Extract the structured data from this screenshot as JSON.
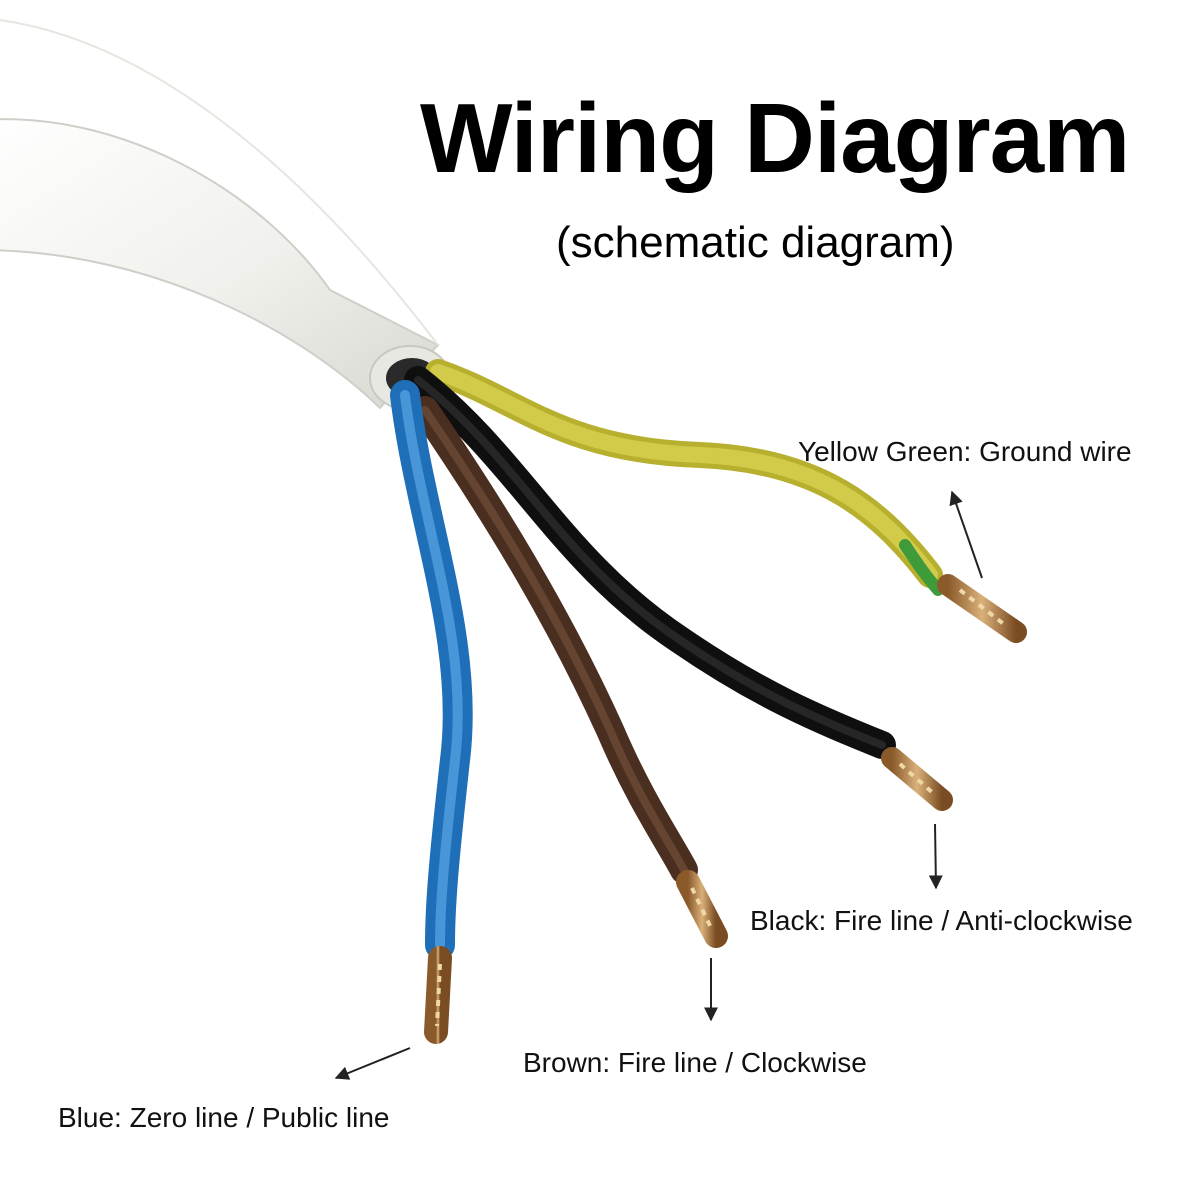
{
  "header": {
    "title": "Wiring Diagram",
    "subtitle": "(schematic diagram)"
  },
  "wires": [
    {
      "id": "yellow-green",
      "label": "Yellow Green: Ground wire",
      "color": "#c9c23a",
      "stripe": "#3f9a3a"
    },
    {
      "id": "black",
      "label": "Black: Fire line / Anti-clockwise",
      "color": "#1c1c1c"
    },
    {
      "id": "brown",
      "label": "Brown: Fire line / Clockwise",
      "color": "#5a3b2a"
    },
    {
      "id": "blue",
      "label": "Blue: Zero line / Public line",
      "color": "#2f8ad4"
    }
  ],
  "colors": {
    "cable_sheath": "#f1f1ee",
    "copper": "#b8864e",
    "arrow": "#222222"
  }
}
